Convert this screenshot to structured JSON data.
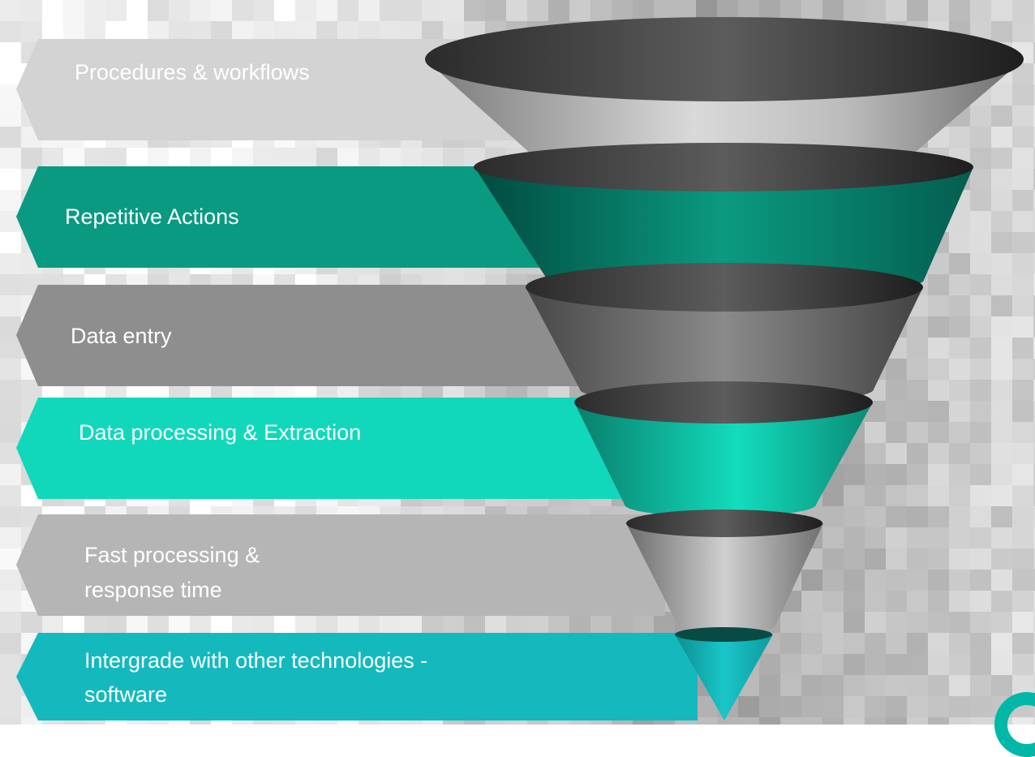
{
  "diagram": {
    "type": "funnel",
    "stages": [
      {
        "label_lines": [
          "Procedures   & workflows"
        ],
        "color": "#cfcfcf"
      },
      {
        "label_lines": [
          "Repetitive Actions"
        ],
        "color": "#0a9a82"
      },
      {
        "label_lines": [
          "Data entry"
        ],
        "color": "#8f8f8f"
      },
      {
        "label_lines": [
          "Data processing & Extraction"
        ],
        "color": "#12d8bb"
      },
      {
        "label_lines": [
          "Fast processing &",
          "response time"
        ],
        "color": "#b4b4b4"
      },
      {
        "label_lines": [
          "Intergrade with other technologies  -",
          "software"
        ],
        "color": "#14b9bd"
      }
    ]
  },
  "colors": {
    "accent_teal": "#00b7a8",
    "text": "#ffffff",
    "background": "#ffffff"
  }
}
